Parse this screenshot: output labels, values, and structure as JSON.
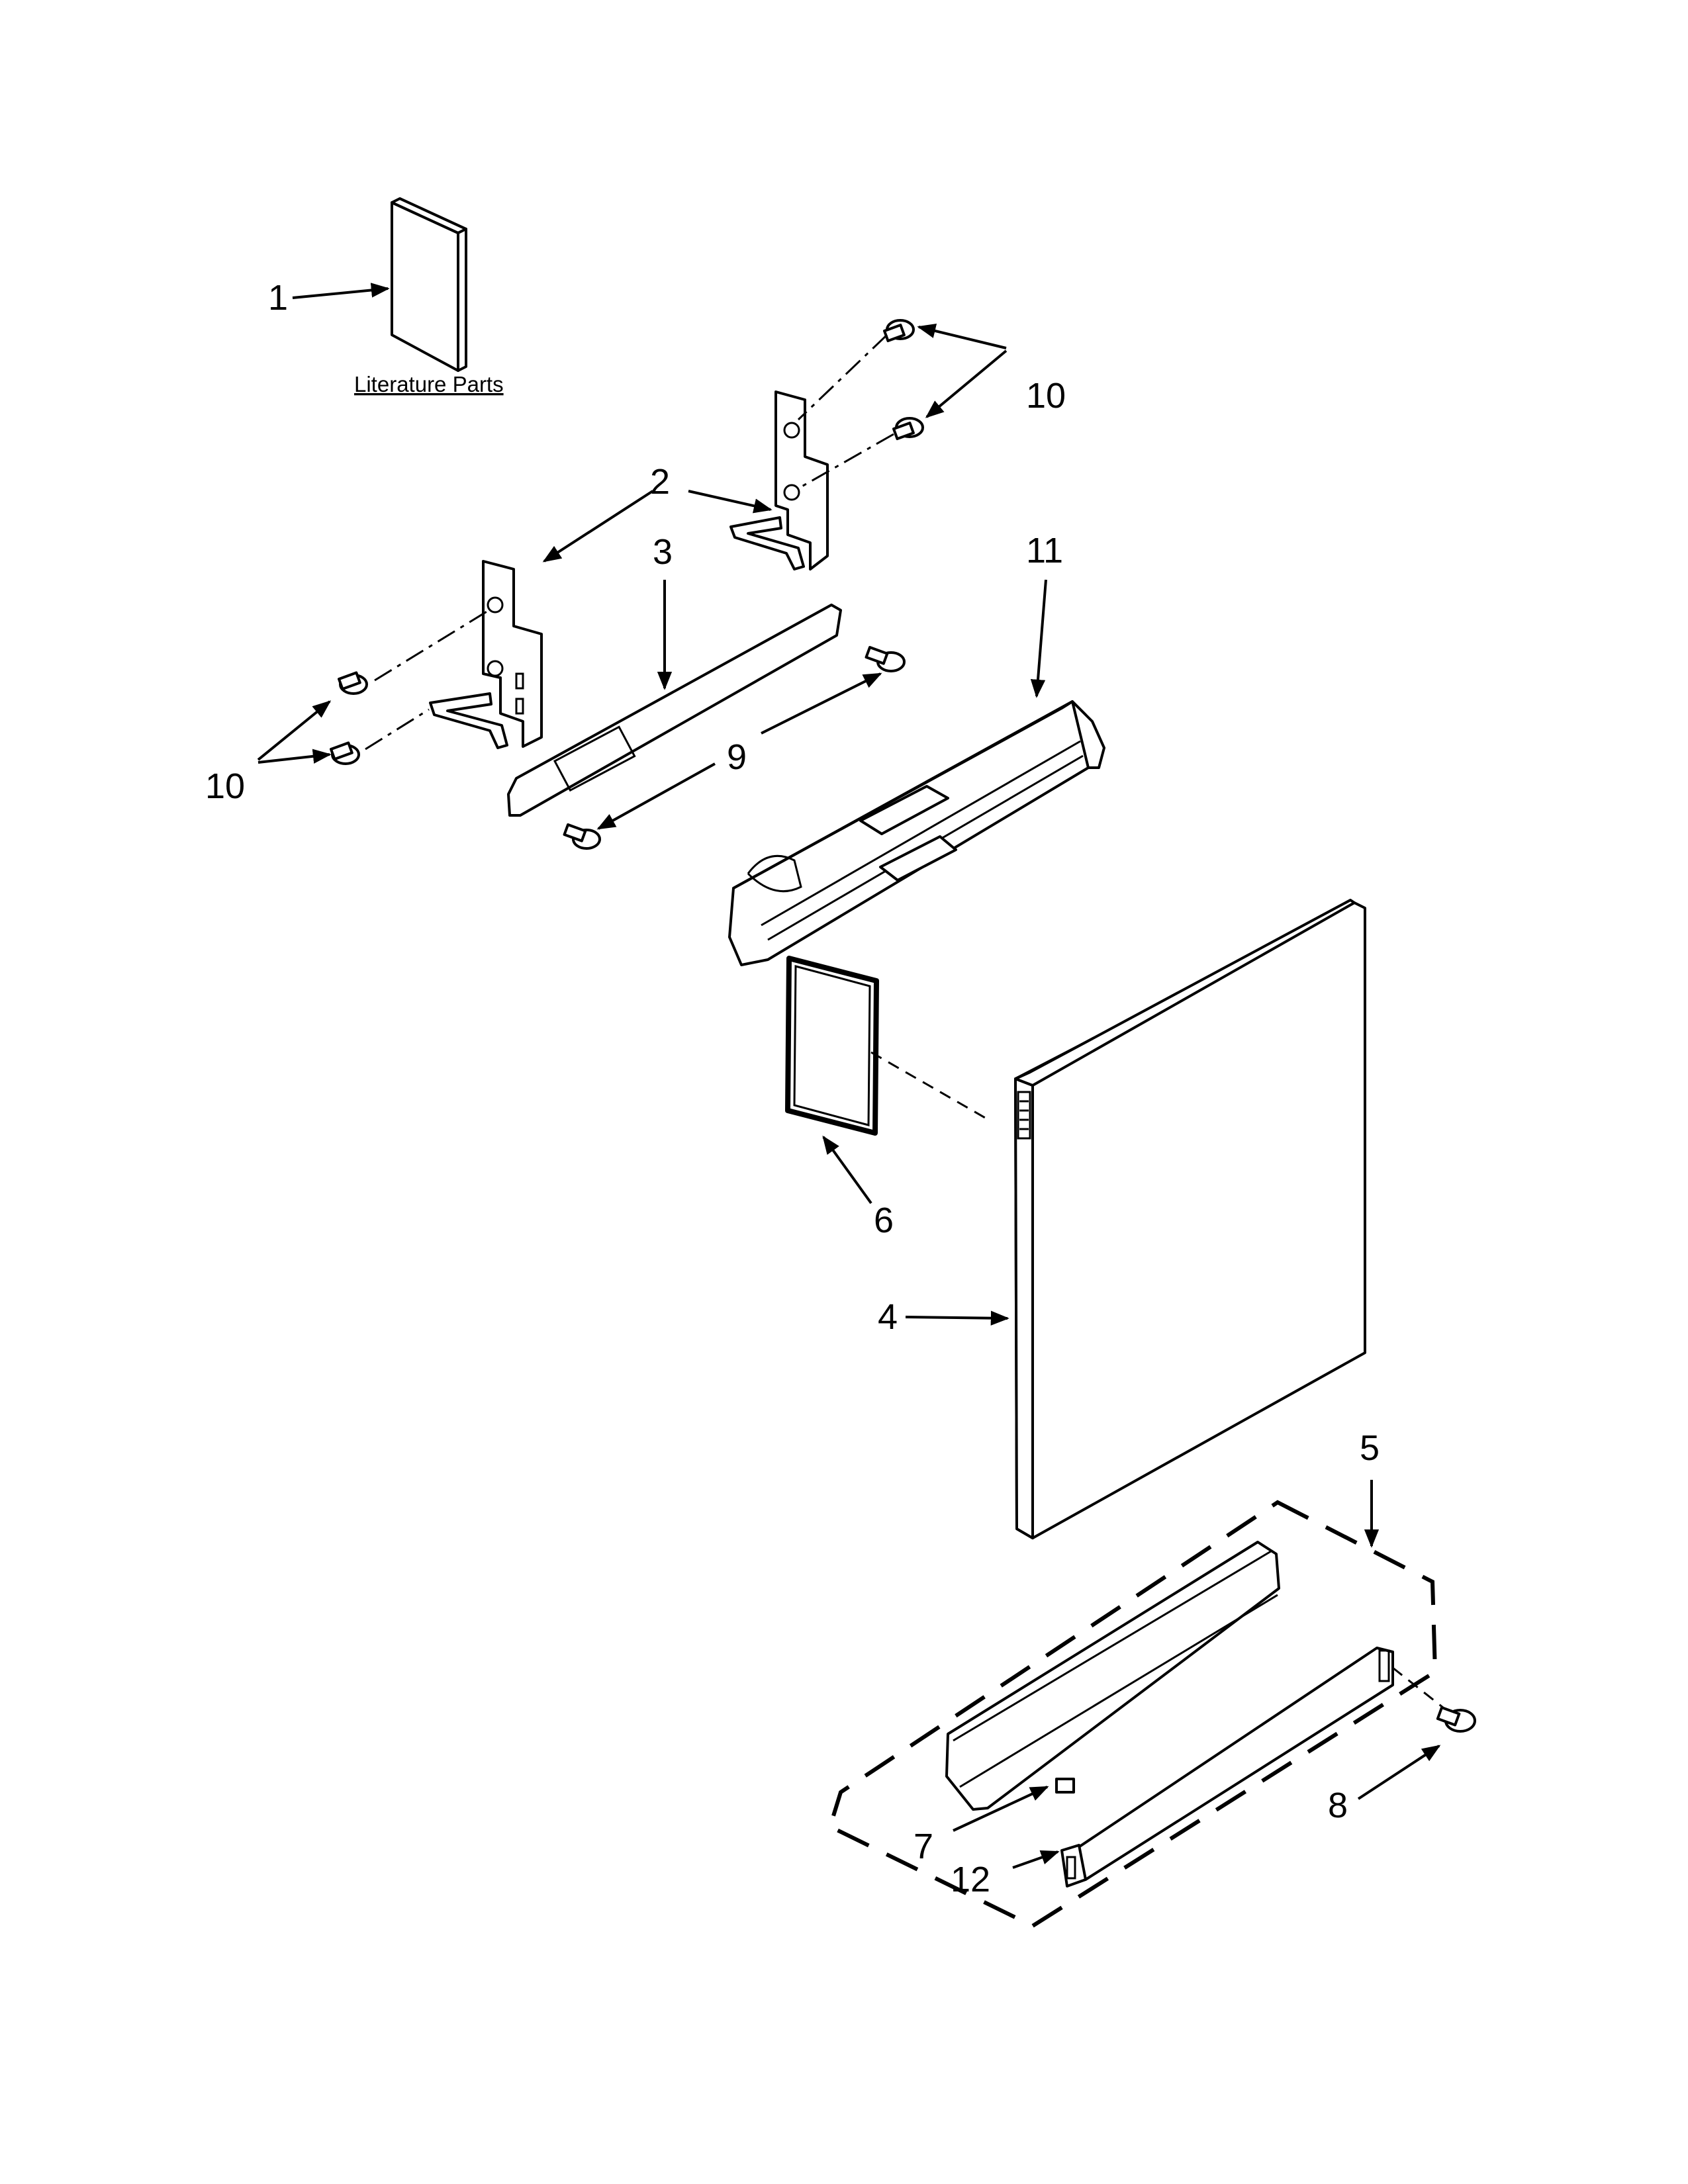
{
  "callouts": {
    "c1": "1",
    "c2": "2",
    "c3": "3",
    "c4": "4",
    "c5": "5",
    "c6": "6",
    "c7": "7",
    "c8": "8",
    "c9": "9",
    "c10a": "10",
    "c10b": "10",
    "c11": "11",
    "c12": "12"
  },
  "literature_label": "Literature Parts"
}
